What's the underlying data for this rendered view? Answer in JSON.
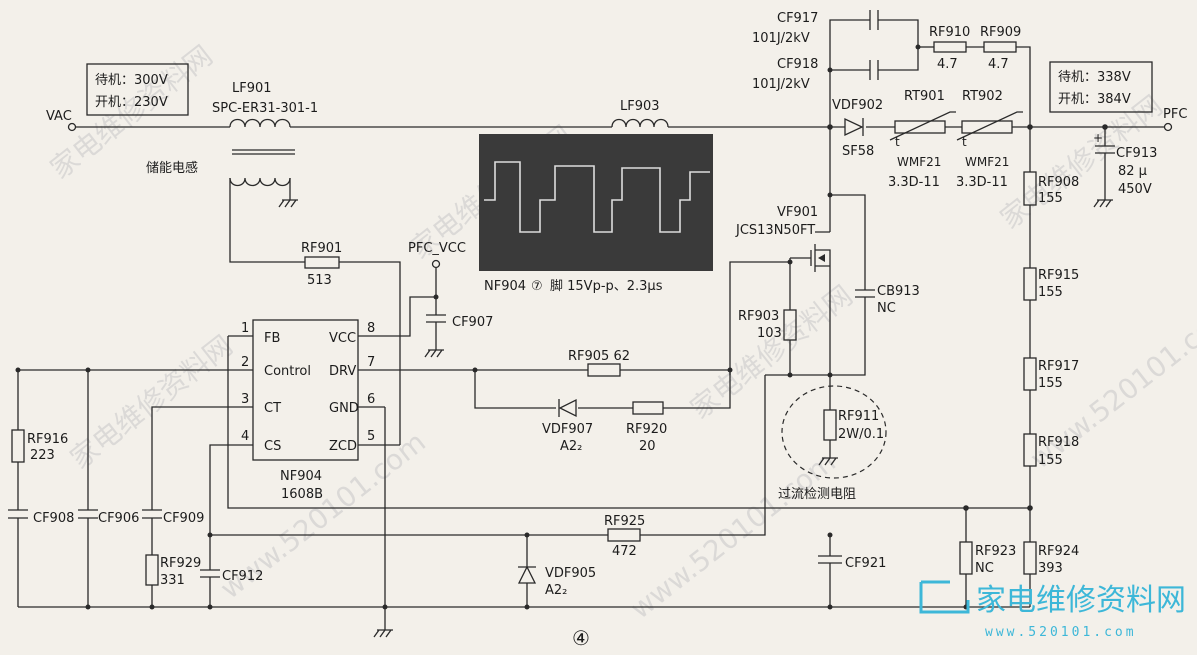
{
  "annotations": {
    "left_box": {
      "standby": "待机：300V",
      "on": "开机：230V"
    },
    "right_box": {
      "standby": "待机：338V",
      "on": "开机：384V"
    },
    "vac": "VAC",
    "pfc_out": "PFC",
    "pfc_vcc": "PFC_VCC",
    "storage_inductor": "储能电感",
    "overcurrent_note": "过流检测电阻",
    "figure_number": "④"
  },
  "components": {
    "lf901": {
      "ref": "LF901",
      "value": "SPC-ER31-301-1"
    },
    "lf903": {
      "ref": "LF903"
    },
    "cf917": {
      "ref": "CF917",
      "value": "101J/2kV"
    },
    "cf918": {
      "ref": "CF918",
      "value": "101J/2kV"
    },
    "rf910": {
      "ref": "RF910",
      "value": "4.7"
    },
    "rf909": {
      "ref": "RF909",
      "value": "4.7"
    },
    "vdf902": {
      "ref": "VDF902",
      "value": "SF58"
    },
    "rt901": {
      "ref": "RT901",
      "value": "WMF21",
      "value2": "3.3D-11"
    },
    "rt902": {
      "ref": "RT902",
      "value": "WMF21",
      "value2": "3.3D-11"
    },
    "cf913": {
      "ref": "CF913",
      "value": "82 μ",
      "value2": "450V"
    },
    "rf908": {
      "ref": "RF908",
      "value": "155"
    },
    "rf915": {
      "ref": "RF915",
      "value": "155"
    },
    "rf917": {
      "ref": "RF917",
      "value": "155"
    },
    "rf918": {
      "ref": "RF918",
      "value": "155"
    },
    "rf924": {
      "ref": "RF924",
      "value": "393"
    },
    "rf923": {
      "ref": "RF923",
      "value": "NC"
    },
    "vf901": {
      "ref": "VF901",
      "value": "JCS13N50FT"
    },
    "cb913": {
      "ref": "CB913",
      "value": "NC"
    },
    "rf903": {
      "ref": "RF903",
      "value": "103"
    },
    "rf911": {
      "ref": "RF911",
      "value": "2W/0.1"
    },
    "rf901": {
      "ref": "RF901",
      "value": "513"
    },
    "cf907": {
      "ref": "CF907"
    },
    "rf905": {
      "ref": "RF905 62"
    },
    "rf920": {
      "ref": "RF920",
      "value": "20"
    },
    "vdf907": {
      "ref": "VDF907",
      "value": "A2₂"
    },
    "rf925": {
      "ref": "RF925",
      "value": "472"
    },
    "vdf905": {
      "ref": "VDF905",
      "value": "A2₂"
    },
    "cf921": {
      "ref": "CF921"
    },
    "rf916": {
      "ref": "RF916",
      "value": "223"
    },
    "cf908": {
      "ref": "CF908"
    },
    "cf906": {
      "ref": "CF906"
    },
    "cf909": {
      "ref": "CF909"
    },
    "rf929": {
      "ref": "RF929",
      "value": "331"
    },
    "cf912": {
      "ref": "CF912"
    }
  },
  "ic": {
    "ref": "NF904",
    "part": "1608B",
    "pins_left": [
      {
        "num": "1",
        "name": "FB"
      },
      {
        "num": "2",
        "name": "Control"
      },
      {
        "num": "3",
        "name": "CT"
      },
      {
        "num": "4",
        "name": "CS"
      }
    ],
    "pins_right": [
      {
        "num": "8",
        "name": "VCC"
      },
      {
        "num": "7",
        "name": "DRV"
      },
      {
        "num": "6",
        "name": "GND"
      },
      {
        "num": "5",
        "name": "ZCD"
      }
    ]
  },
  "scope": {
    "caption_ref": "NF904",
    "caption_pin": "⑦",
    "caption_rest": "脚   15Vp-p、2.3μs"
  },
  "watermark": {
    "text": "家电维修资料网",
    "url": "www.520101.com"
  },
  "logo": {
    "title": "家电维修资料网",
    "url": "www.520101.com",
    "color": "#3db7d8"
  }
}
